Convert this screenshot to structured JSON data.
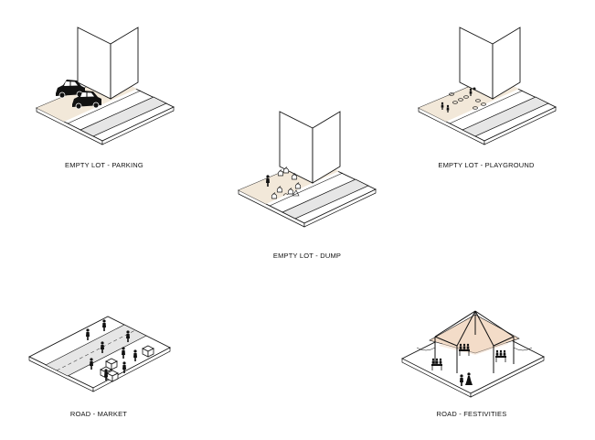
{
  "palette": {
    "lot_fill": "#f2e8d9",
    "canopy_fill": "#f3dcc8",
    "curb_fill": "#e6e6e6",
    "line": "#111111",
    "paper": "#ffffff"
  },
  "scenarios": [
    {
      "id": "parking",
      "caption": "EMPTY LOT - PARKING"
    },
    {
      "id": "playground",
      "caption": "EMPTY LOT - PLAYGROUND"
    },
    {
      "id": "dump",
      "caption": "EMPTY LOT - DUMP"
    },
    {
      "id": "market",
      "caption": "ROAD - MARKET"
    },
    {
      "id": "festivities",
      "caption": "ROAD - FESTIVITIES"
    }
  ]
}
